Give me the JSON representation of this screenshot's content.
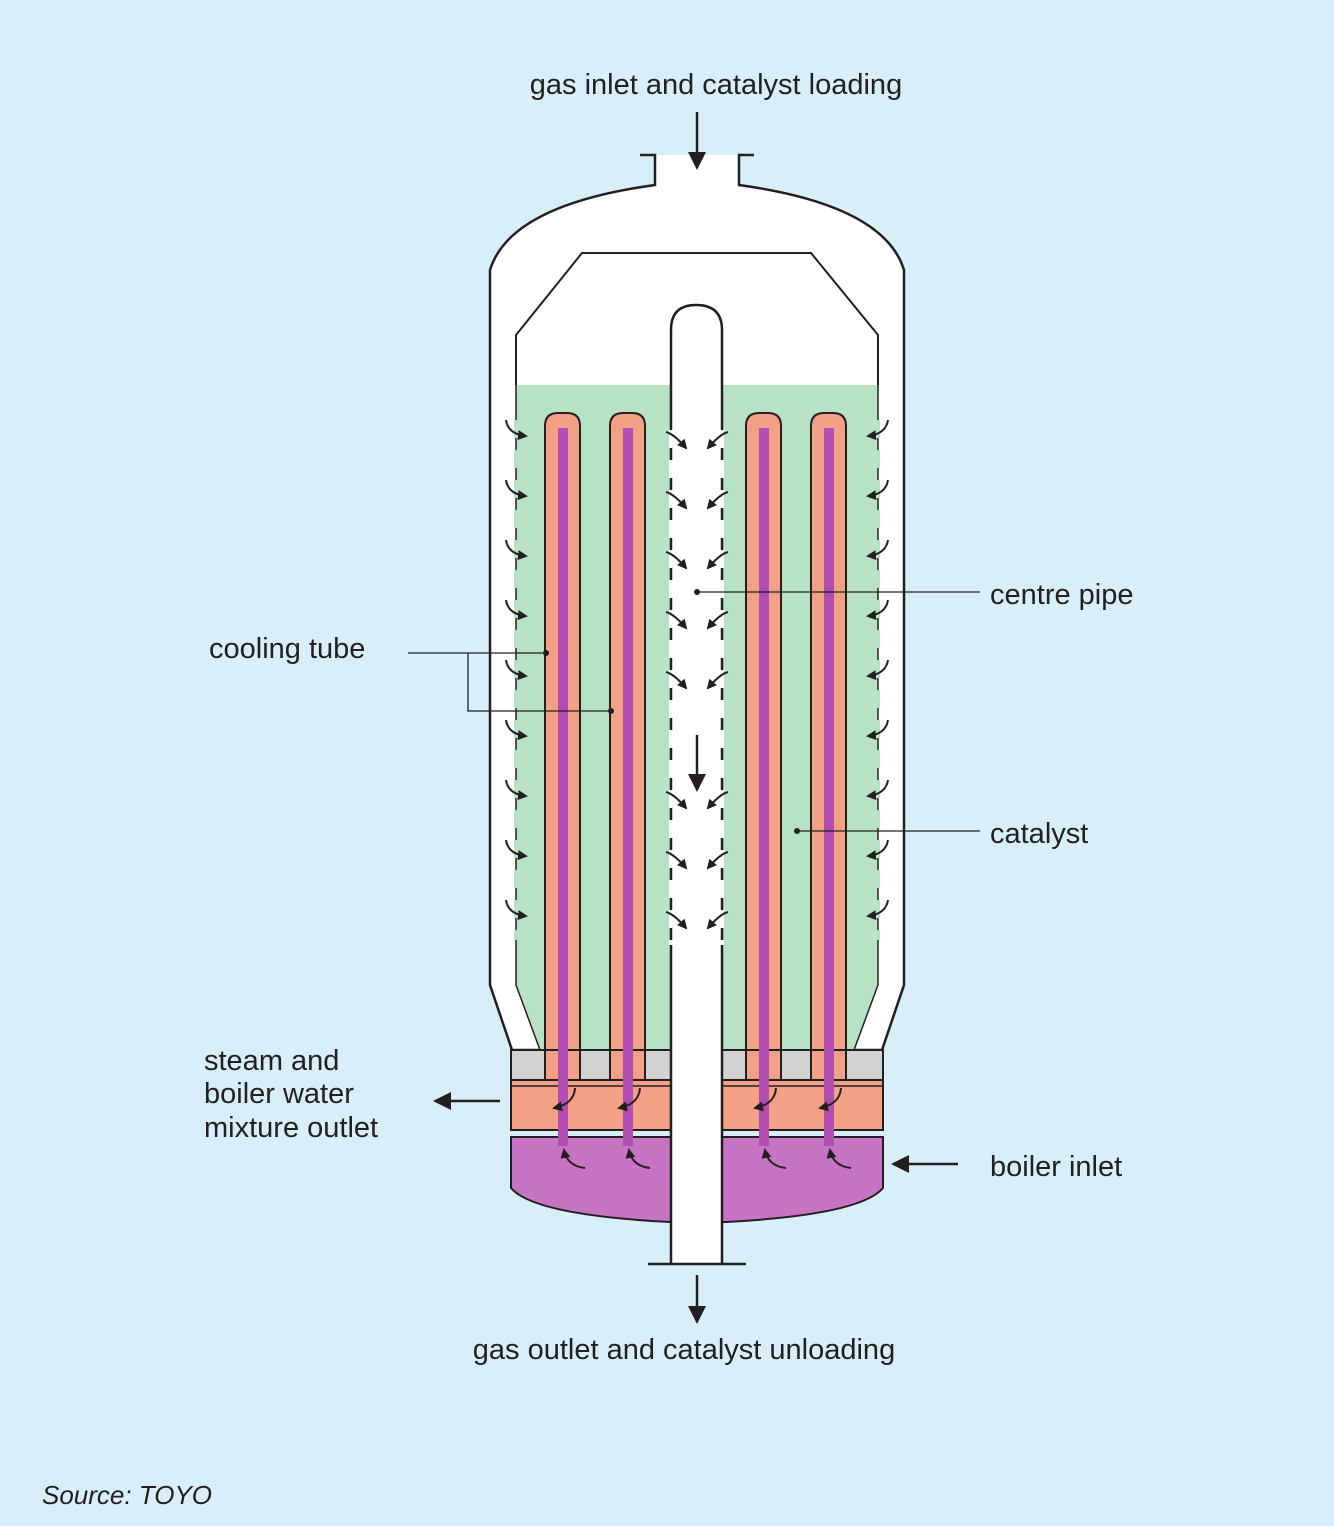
{
  "labels": {
    "gas_inlet": "gas inlet and catalyst loading",
    "gas_outlet": "gas outlet and catalyst unloading",
    "centre_pipe": "centre pipe",
    "cooling_tube": "cooling tube",
    "catalyst": "catalyst",
    "steam_outlet_line1": "steam and",
    "steam_outlet_line2": "boiler water",
    "steam_outlet_line3": "mixture outlet",
    "boiler_inlet": "boiler inlet",
    "source": "Source: TOYO"
  },
  "colors": {
    "background": "#d8eff9",
    "catalyst_bed": "#b7e2c3",
    "cooling_tube": "#f2a086",
    "inner_tube": "#b14fb0",
    "boiler_water_chamber": "#c774c5",
    "steam_chamber": "#f2a086",
    "tube_sheet": "#d2d2d2",
    "vessel": "#ffffff",
    "line": "#231f20"
  },
  "icons": {
    "flow_arrow": "curved-arrow-icon",
    "direction_arrow": "arrow-icon"
  }
}
